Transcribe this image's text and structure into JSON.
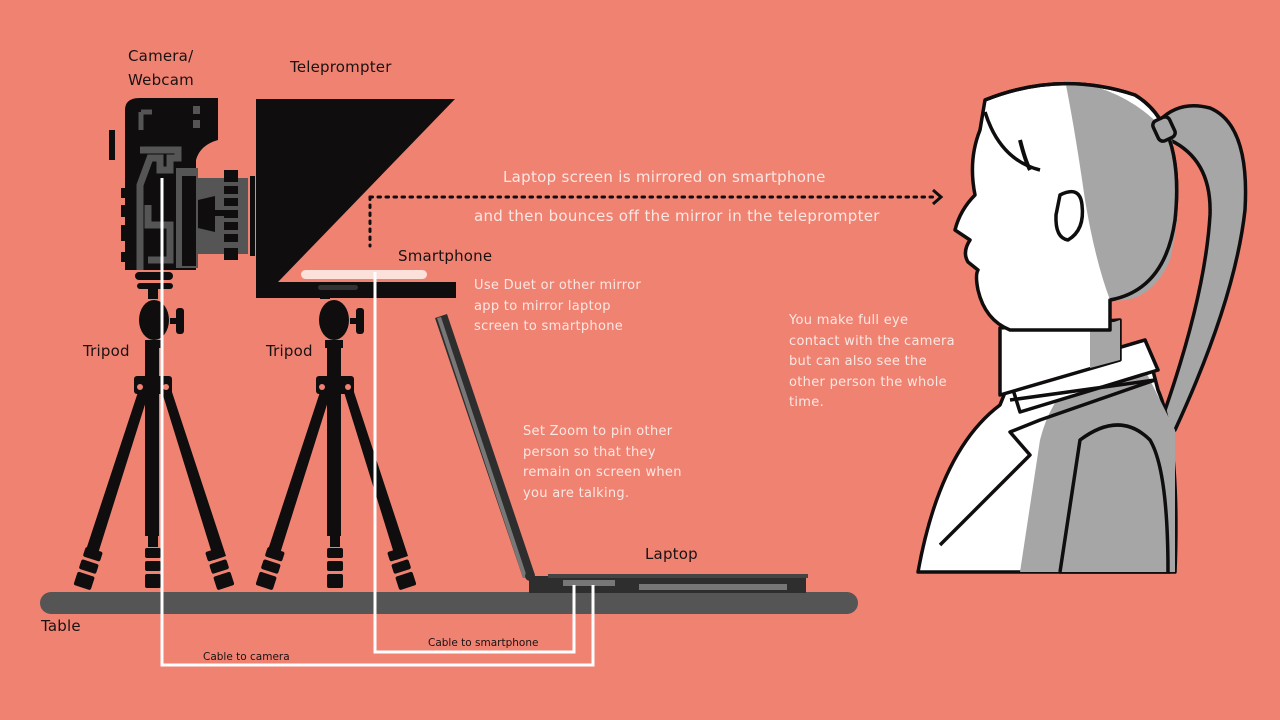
{
  "colors": {
    "background": "#f08272",
    "black": "#0f0d0d",
    "dark_gray": "#555555",
    "gray": "#a6a6a6",
    "cable_white": "#ffffff",
    "label_dark": "#1a1212",
    "note_light": "#fbe7e2"
  },
  "labels": {
    "camera": "Camera/\nWebcam",
    "camera_line1": "Camera/",
    "camera_line2": "Webcam",
    "teleprompter": "Teleprompter",
    "smartphone": "Smartphone",
    "tripod_left": "Tripod",
    "tripod_right": "Tripod",
    "laptop": "Laptop",
    "table": "Table",
    "cable_camera": "Cable to camera",
    "cable_smartphone": "Cable to smartphone"
  },
  "notes": {
    "mirror_line1": "Laptop screen is mirrored on smartphone",
    "mirror_line2": "and then bounces off the mirror in the teleprompter",
    "duet_line1": "Use Duet or other mirror",
    "duet_line2": "app to mirror laptop",
    "duet_line3": "screen to smartphone",
    "zoom_line1": "Set Zoom to pin other",
    "zoom_line2": "person so that they",
    "zoom_line3": "remain on screen when",
    "zoom_line4": "you are talking.",
    "eye_line1": "You make full eye",
    "eye_line2": "contact with the camera",
    "eye_line3": "but can also see the",
    "eye_line4": "other person the whole",
    "eye_line5": "time."
  },
  "icons": {
    "camera": "camera-icon",
    "teleprompter": "teleprompter-icon",
    "tripod": "tripod-icon",
    "laptop": "laptop-icon",
    "person": "person-profile-icon",
    "arrow": "dotted-arrow-icon"
  }
}
